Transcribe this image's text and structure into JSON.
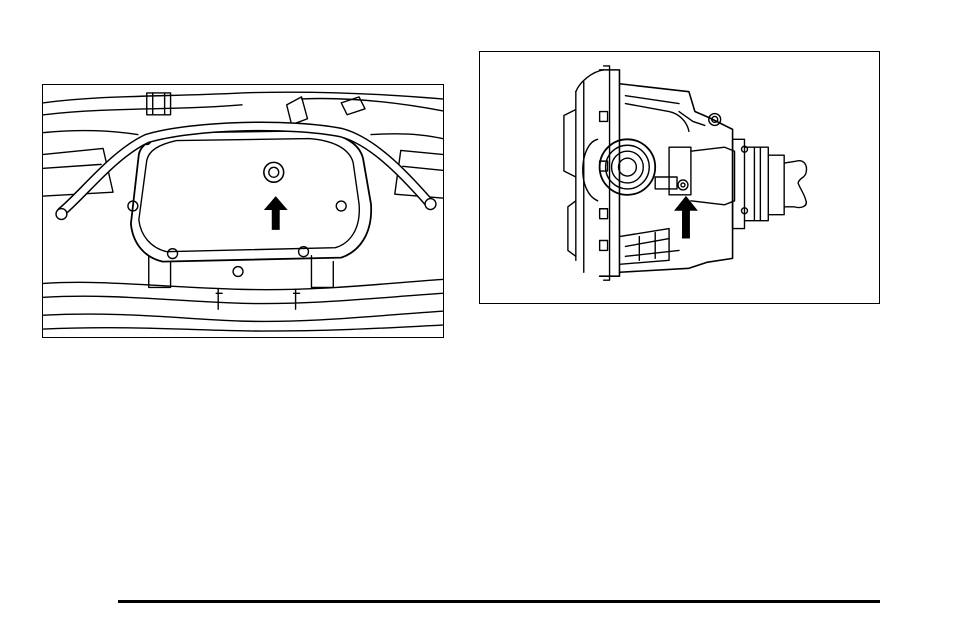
{
  "figures": [
    {
      "id": "rear-axle-cover",
      "illustration": "rear-axle-differential-cover-illustration",
      "callout": "fill-plug-arrow-icon"
    },
    {
      "id": "front-axle-housing",
      "illustration": "front-axle-differential-illustration",
      "callout": "fill-plug-arrow-icon"
    }
  ],
  "colors": {
    "line": "#000000",
    "background": "#ffffff"
  }
}
